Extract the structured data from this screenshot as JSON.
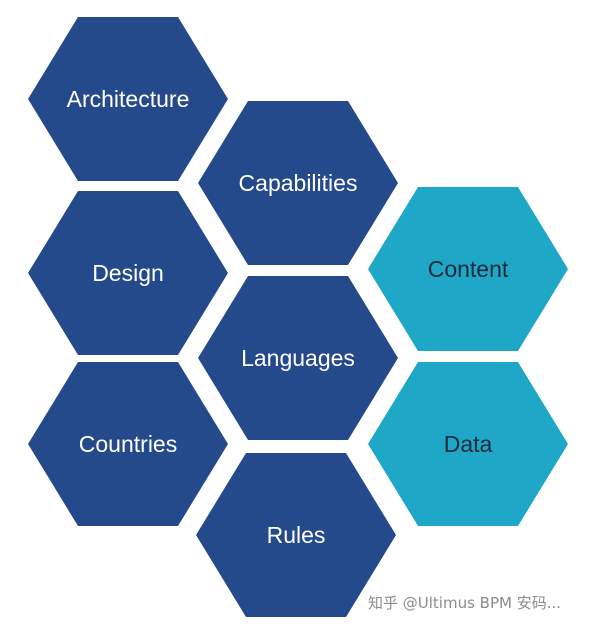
{
  "hexagons": {
    "architecture": "Architecture",
    "capabilities": "Capabilities",
    "design": "Design",
    "content": "Content",
    "languages": "Languages",
    "countries": "Countries",
    "data": "Data",
    "rules": "Rules"
  },
  "colors": {
    "dark": "#244a8c",
    "light": "#1ea7c7",
    "dark_text": "#ffffff",
    "light_text": "#1f2a3a"
  },
  "watermark": "知乎 @Ultimus BPM 安码..."
}
